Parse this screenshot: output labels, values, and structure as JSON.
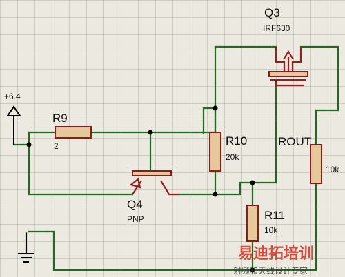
{
  "power": {
    "label": "+6.4"
  },
  "components": {
    "r9": {
      "ref": "R9",
      "value": "2"
    },
    "r10": {
      "ref": "R10",
      "value": "20k"
    },
    "r11": {
      "ref": "R11",
      "value": "10k"
    },
    "rout": {
      "ref": "ROUT",
      "value": "10k"
    },
    "q3": {
      "ref": "Q3",
      "value": "IRF630"
    },
    "q4": {
      "ref": "Q4",
      "value": "PNP"
    }
  },
  "watermark": {
    "title": "易迪拓培训",
    "subtitle": "射频和天线设计专家"
  }
}
